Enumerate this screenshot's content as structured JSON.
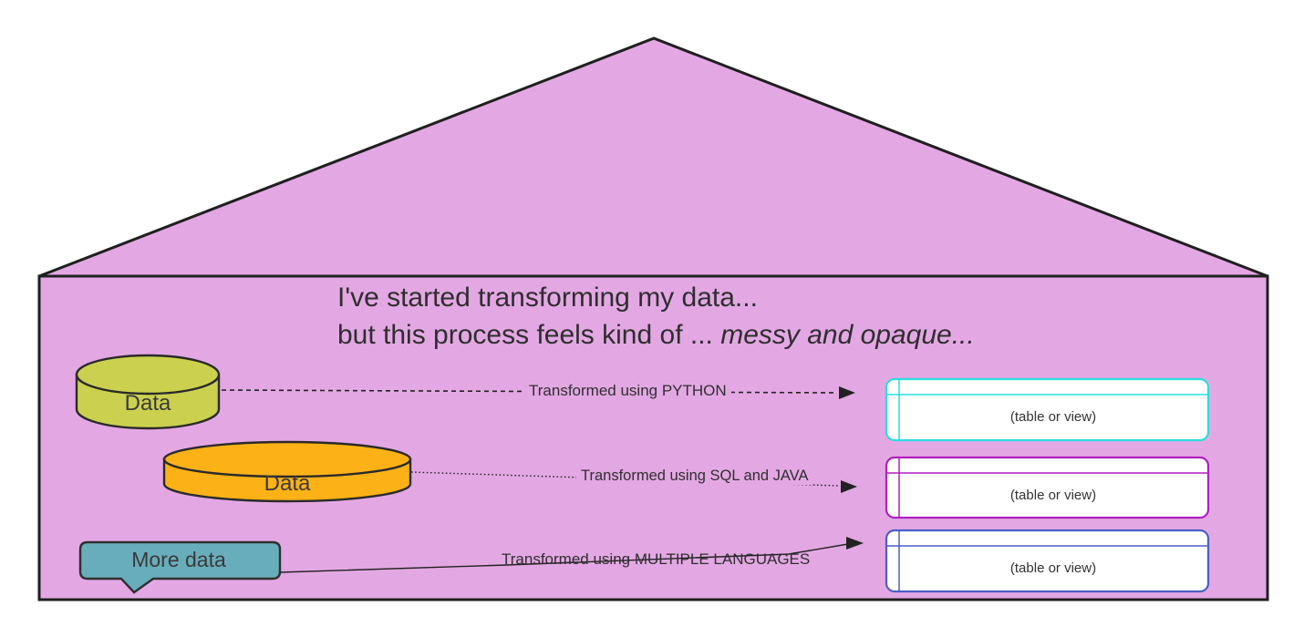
{
  "title": {
    "line1": "I've started transforming my data...",
    "line2_normal": "but this process feels kind of ... ",
    "line2_italic": "messy and opaque..."
  },
  "sources": [
    {
      "kind": "database-cylinder",
      "label": "Data",
      "color": "#cbd14e"
    },
    {
      "kind": "database-cylinder",
      "label": "Data",
      "color": "#fcb216"
    },
    {
      "kind": "speech-bubble",
      "label": "More data",
      "color": "#68adbb"
    }
  ],
  "transforms": [
    {
      "label": "Transformed using PYTHON",
      "line_style": "dashed"
    },
    {
      "label": "Transformed using SQL and JAVA",
      "line_style": "dotted"
    },
    {
      "label": "Transformed using MULTIPLE LANGUAGES",
      "line_style": "solid"
    }
  ],
  "targets": [
    {
      "label": "(table or view)",
      "border_color": "#29dede"
    },
    {
      "label": "(table or view)",
      "border_color": "#b01fc0"
    },
    {
      "label": "(table or view)",
      "border_color": "#4a5fc4"
    }
  ],
  "colors": {
    "house_fill": "#e3a8e3",
    "outline": "#1f1f1f",
    "text": "#333333"
  }
}
